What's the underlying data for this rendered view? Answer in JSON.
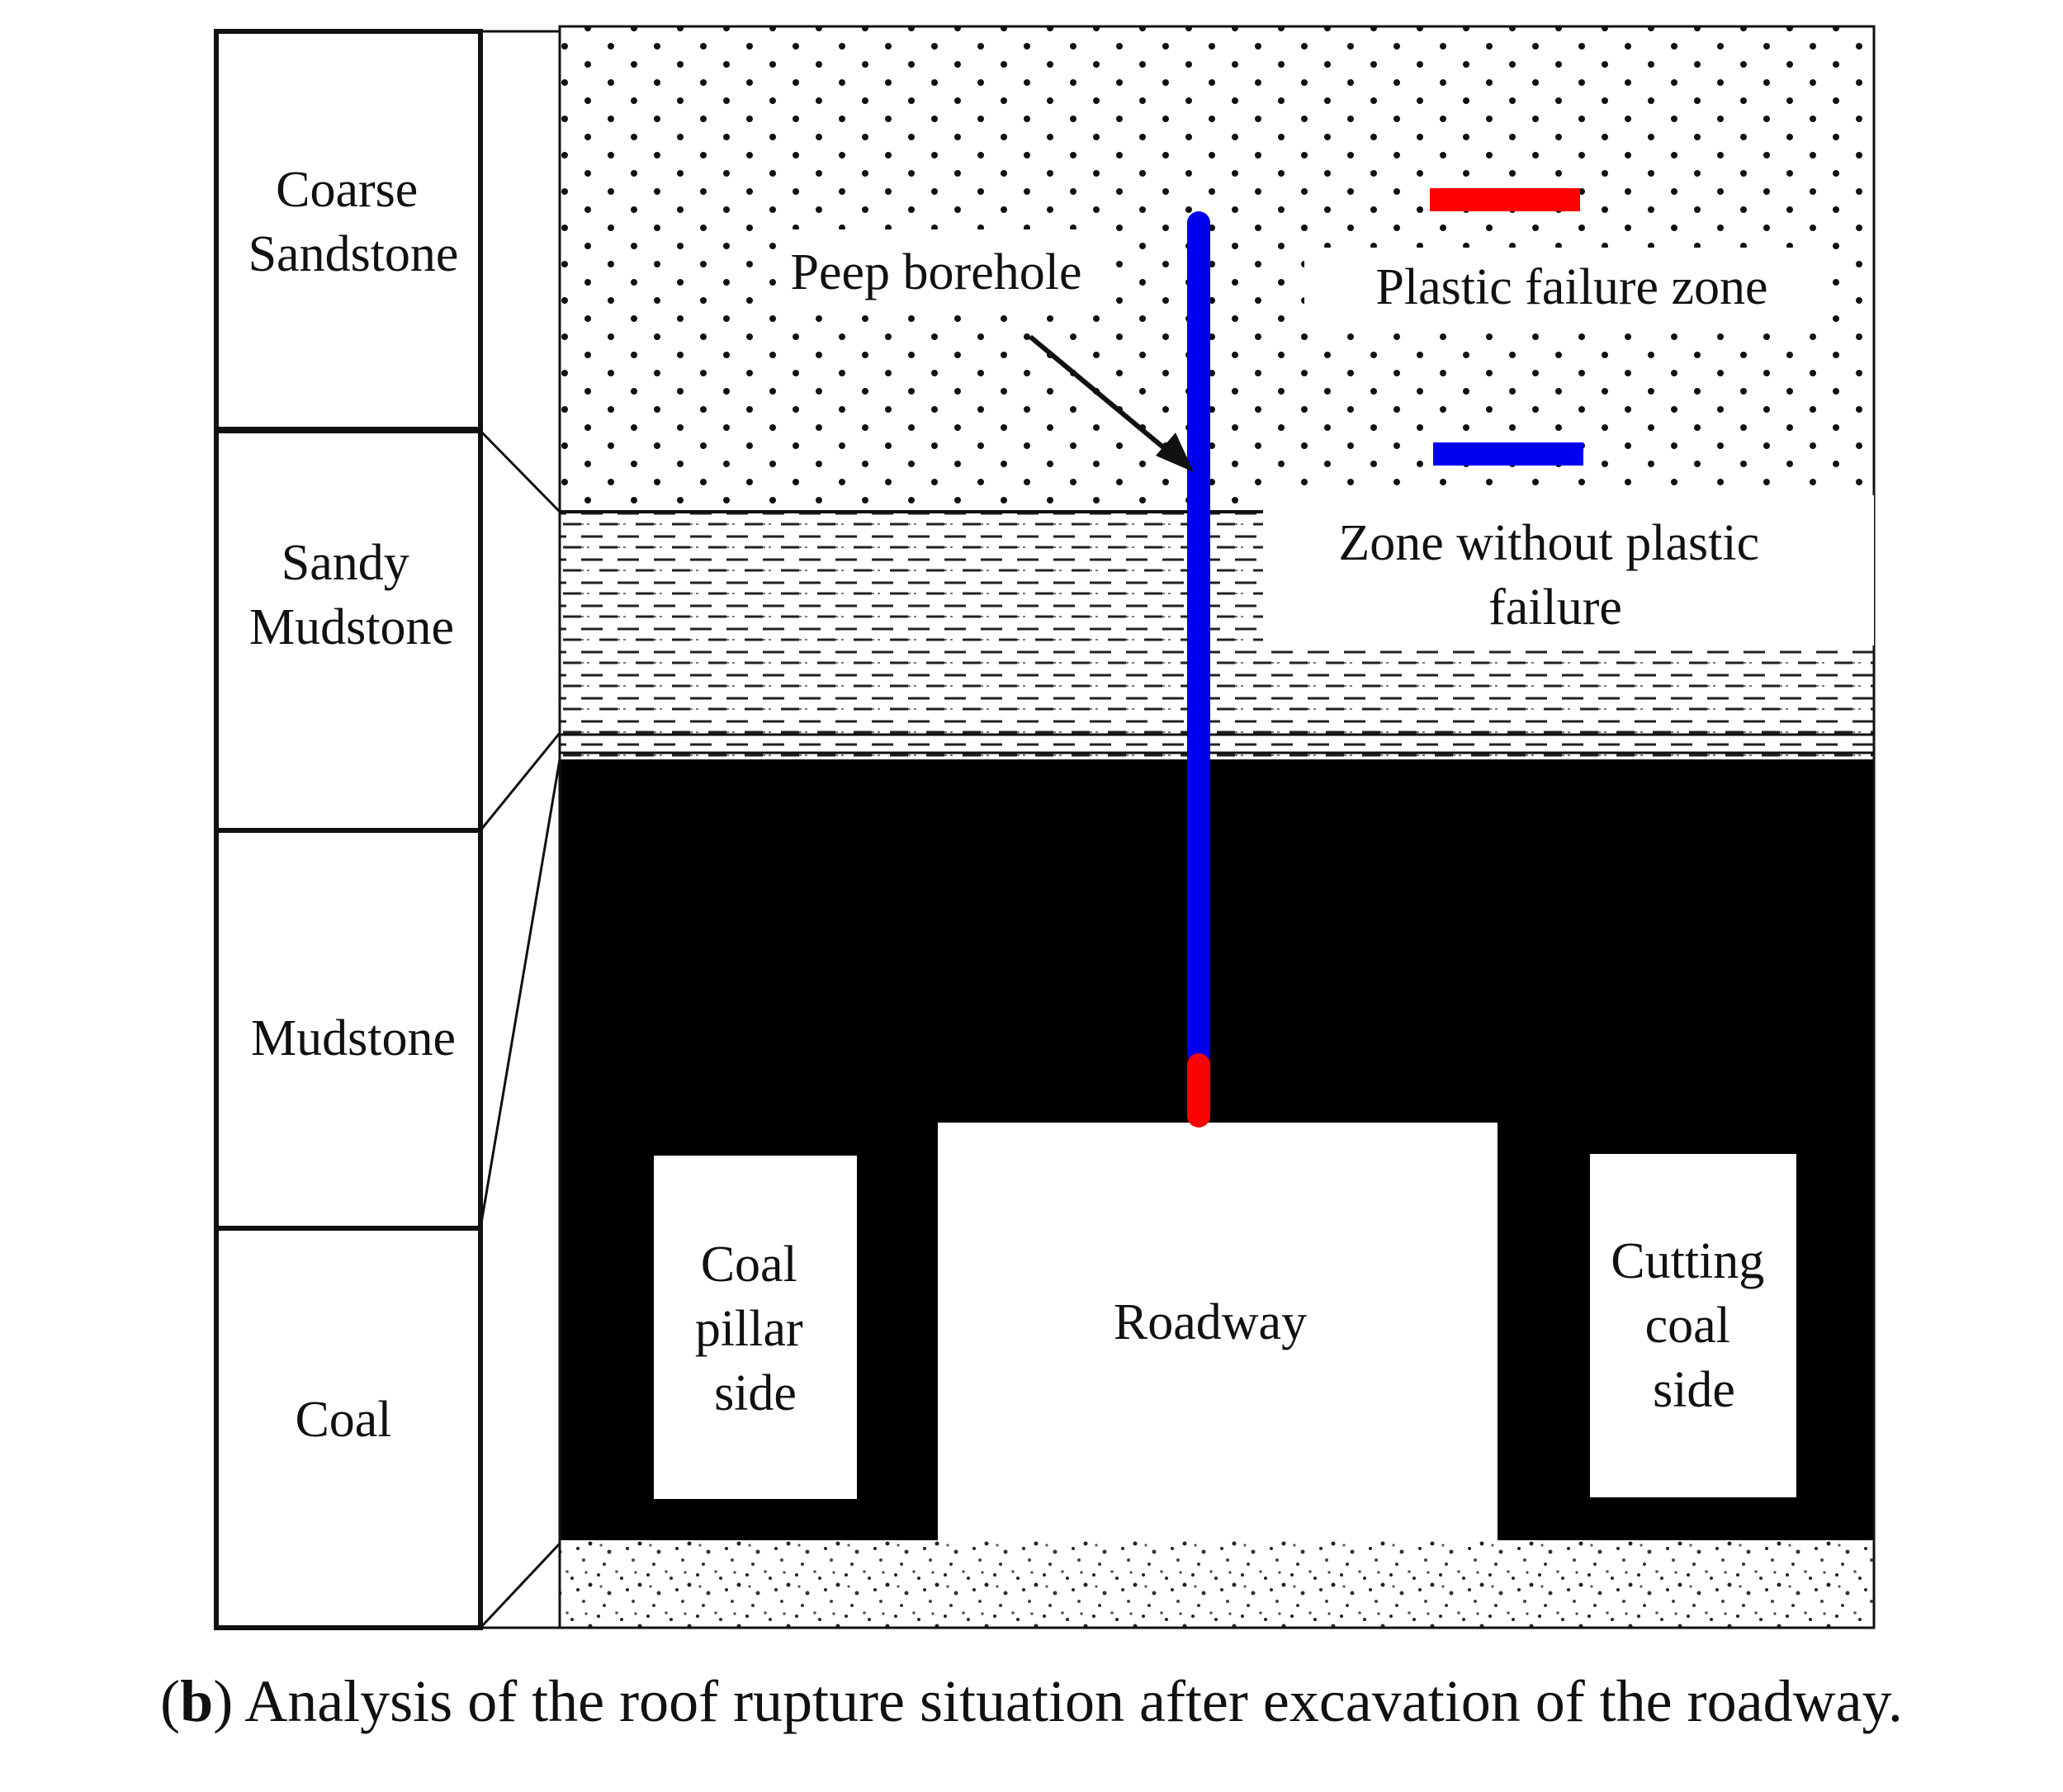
{
  "strata": [
    {
      "name_lines": [
        "Coarse",
        "Sandstone"
      ],
      "fill": "#ffffff"
    },
    {
      "name_lines": [
        "Sandy",
        "Mudstone"
      ],
      "fill": "#ffffff"
    },
    {
      "name_lines": [
        "Mudstone"
      ],
      "fill": "#000000"
    },
    {
      "name_lines": [
        "Coal"
      ],
      "fill": "#ffffff"
    }
  ],
  "labels": {
    "peep_borehole": "Peep borehole",
    "legend_plastic": "Plastic failure zone",
    "legend_no_plastic_line1": "Zone without plastic",
    "legend_no_plastic_line2": "failure",
    "coal_pillar": [
      "Coal",
      "pillar",
      "side"
    ],
    "roadway": "Roadway",
    "cutting_coal": [
      "Cutting",
      "coal",
      "side"
    ]
  },
  "colors": {
    "plastic_failure": "#ff0000",
    "no_plastic_failure": "#0000ee",
    "mudstone": "#000000"
  },
  "caption": {
    "open": "(",
    "letter": "b",
    "text": ") Analysis of the roof rupture situation after excavation of the roadway."
  }
}
